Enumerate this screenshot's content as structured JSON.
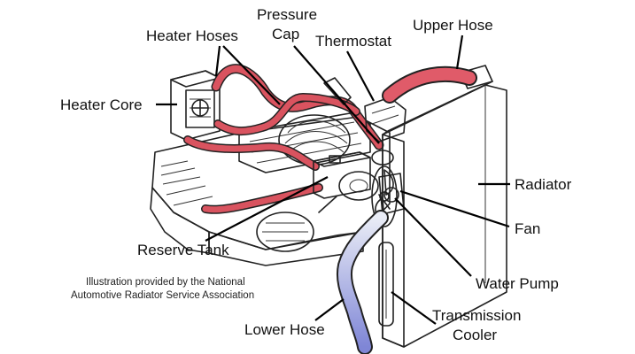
{
  "labels": {
    "pressure_cap_line1": "Pressure",
    "pressure_cap_line2": "Cap",
    "heater_hoses": "Heater Hoses",
    "thermostat": "Thermostat",
    "upper_hose": "Upper Hose",
    "heater_core": "Heater Core",
    "radiator": "Radiator",
    "fan": "Fan",
    "reserve_tank": "Reserve Tank",
    "water_pump": "Water Pump",
    "lower_hose": "Lower Hose",
    "transmission_cooler_line1": "Transmission",
    "transmission_cooler_line2": "Cooler"
  },
  "credit": {
    "line1": "Illustration provided by the National",
    "line2": "Automotive Radiator Service Association"
  },
  "colors": {
    "hot_hose": "#d9535f",
    "cool_hose": "#7f86d6",
    "radiator_top": "#e35f6e",
    "radiator_bottom": "#6f79d4",
    "reserve_fluid": "#7ed957"
  }
}
